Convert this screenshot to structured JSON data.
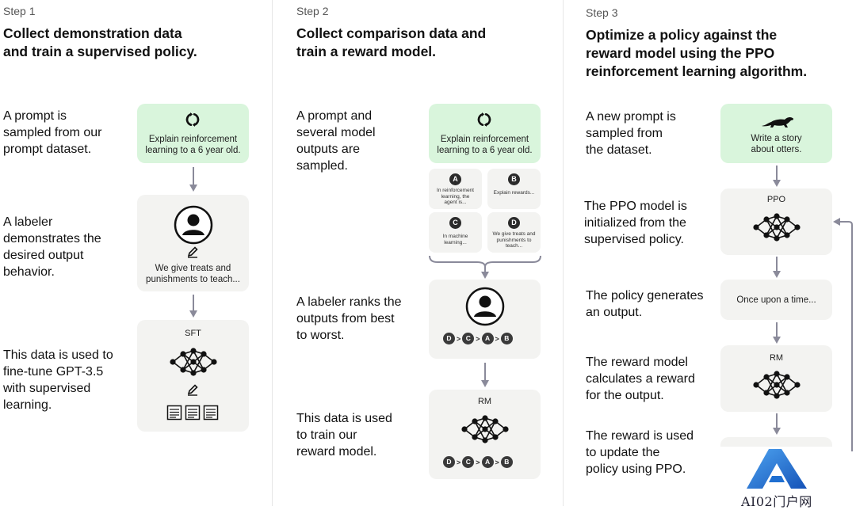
{
  "steps": [
    {
      "label": "Step 1",
      "title_lines": [
        "Collect demonstration data",
        "and train a supervised policy."
      ],
      "descriptions": [
        [
          "A prompt is",
          "sampled from our",
          "prompt dataset."
        ],
        [
          "A labeler",
          "demonstrates the",
          "desired output",
          "behavior."
        ],
        [
          "This data is used to",
          "fine-tune GPT-3.5",
          "with supervised",
          "learning."
        ]
      ],
      "prompt_box": [
        "Explain reinforcement",
        "learning to a 6 year old."
      ],
      "demo_text": [
        "We give treats and",
        "punishments to teach..."
      ],
      "model_label": "SFT"
    },
    {
      "label": "Step 2",
      "title_lines": [
        "Collect comparison data and",
        "train a reward model."
      ],
      "descriptions": [
        [
          "A prompt and",
          "several model",
          "outputs are",
          "sampled."
        ],
        [
          "A labeler ranks the",
          "outputs from best",
          "to worst."
        ],
        [
          "This data is used",
          "to train our",
          "reward model."
        ]
      ],
      "prompt_box": [
        "Explain reinforcement",
        "learning to a 6 year old."
      ],
      "outputs": [
        {
          "letter": "A",
          "lines": [
            "In reinforcement",
            "learning, the",
            "agent is..."
          ]
        },
        {
          "letter": "B",
          "lines": [
            "Explain rewards..."
          ]
        },
        {
          "letter": "C",
          "lines": [
            "In machine",
            "learning..."
          ]
        },
        {
          "letter": "D",
          "lines": [
            "We give treats and",
            "punishments to",
            "teach..."
          ]
        }
      ],
      "ranking": [
        "D",
        "C",
        "A",
        "B"
      ],
      "ranking_separator": ">",
      "model_label": "RM"
    },
    {
      "label": "Step 3",
      "title_lines": [
        "Optimize a policy against the",
        "reward model using the PPO",
        "reinforcement learning algorithm."
      ],
      "descriptions": [
        [
          "A new prompt is",
          "sampled from",
          "the dataset."
        ],
        [
          "The PPO model is",
          "initialized from the",
          "supervised policy."
        ],
        [
          "The policy generates",
          "an output."
        ],
        [
          "The reward model",
          "calculates a reward",
          "for the output."
        ],
        [
          "The reward is used",
          "to update the",
          "policy using PPO."
        ]
      ],
      "prompt_box": [
        "Write a story",
        "about otters."
      ],
      "ppo_label": "PPO",
      "output_text": "Once upon a time...",
      "rm_label": "RM"
    }
  ],
  "watermark": {
    "text": "AI02门户网"
  },
  "colors": {
    "green_box": "#d9f5dc",
    "gray_box": "#f3f3f1",
    "arrow": "#8a8a9a",
    "logo_blue": "#1f6fd1"
  },
  "icons": [
    "refresh-icon",
    "user-avatar-icon",
    "pencil-icon",
    "neural-network-icon",
    "document-icon",
    "otter-icon",
    "feedback-arrow"
  ]
}
